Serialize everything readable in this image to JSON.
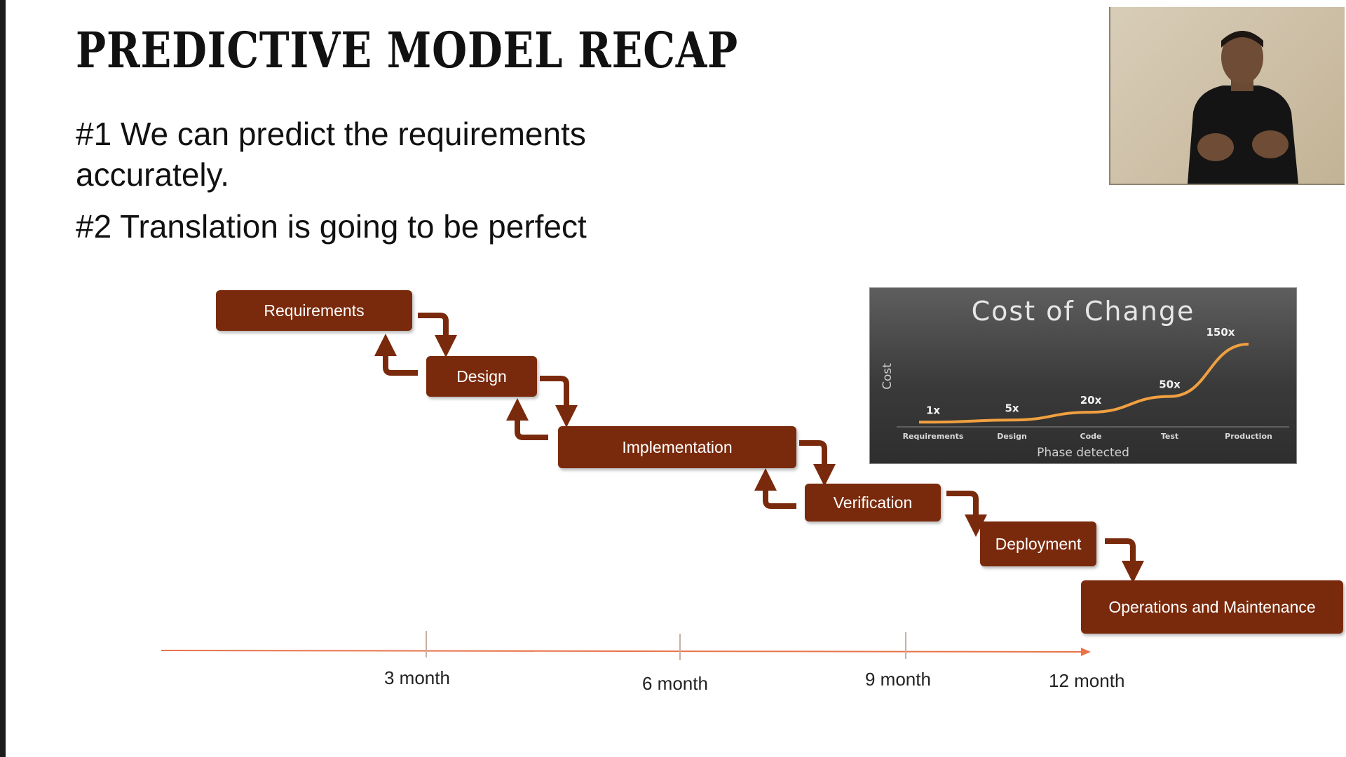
{
  "slide": {
    "title": "PREDICTIVE MODEL RECAP",
    "bullet_1": "#1 We can predict the requirements accurately.",
    "bullet_2": "#2 Translation is going to be perfect"
  },
  "phases": [
    {
      "label": "Requirements"
    },
    {
      "label": "Design"
    },
    {
      "label": "Implementation"
    },
    {
      "label": "Verification"
    },
    {
      "label": "Deployment"
    },
    {
      "label": "Operations and Maintenance"
    }
  ],
  "timeline": {
    "ticks": [
      "3 month",
      "6 month",
      "9 month",
      "12 month"
    ],
    "color": "#e8744a"
  },
  "colors": {
    "phase_fill": "#7a2a0c",
    "curve": "#f0a040"
  },
  "chart_data": {
    "type": "line",
    "title": "Cost of Change",
    "xlabel": "Phase detected",
    "ylabel": "Cost",
    "categories": [
      "Requirements",
      "Design",
      "Code",
      "Test",
      "Production"
    ],
    "values": [
      1,
      5,
      20,
      50,
      150
    ],
    "data_labels": [
      "1x",
      "5x",
      "20x",
      "50x",
      "150x"
    ],
    "ylim": [
      0,
      150
    ],
    "grid": false
  }
}
